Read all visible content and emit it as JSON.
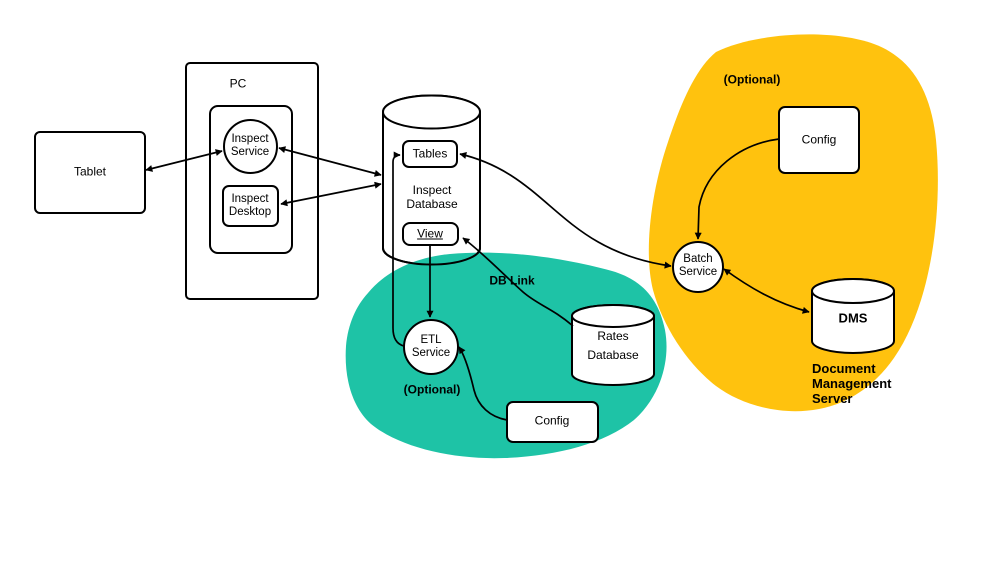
{
  "diagram": {
    "colors": {
      "teal_region": "#1ec3a6",
      "yellow_region": "#ffc20e",
      "line": "#000000",
      "node_fill": "#ffffff",
      "background": "#ffffff"
    },
    "nodes": {
      "tablet": {
        "label": "Tablet"
      },
      "pc": {
        "label": "PC"
      },
      "inspect_service": {
        "label": "Inspect\nService"
      },
      "inspect_desktop": {
        "label": "Inspect\nDesktop"
      },
      "inspect_database": {
        "label": "Inspect\nDatabase",
        "tables_label": "Tables",
        "view_label": "View"
      },
      "etl_service": {
        "label": "ETL\nService",
        "optional": "(Optional)"
      },
      "config_etl": {
        "label": "Config"
      },
      "rates_database": {
        "label": "Rates\nDatabase"
      },
      "batch_service": {
        "label": "Batch\nService",
        "optional": "(Optional)"
      },
      "config_batch": {
        "label": "Config"
      },
      "dms": {
        "label": "DMS",
        "caption": "Document\nManagement\nServer"
      }
    },
    "edges": {
      "db_link_label": "DB Link"
    }
  }
}
